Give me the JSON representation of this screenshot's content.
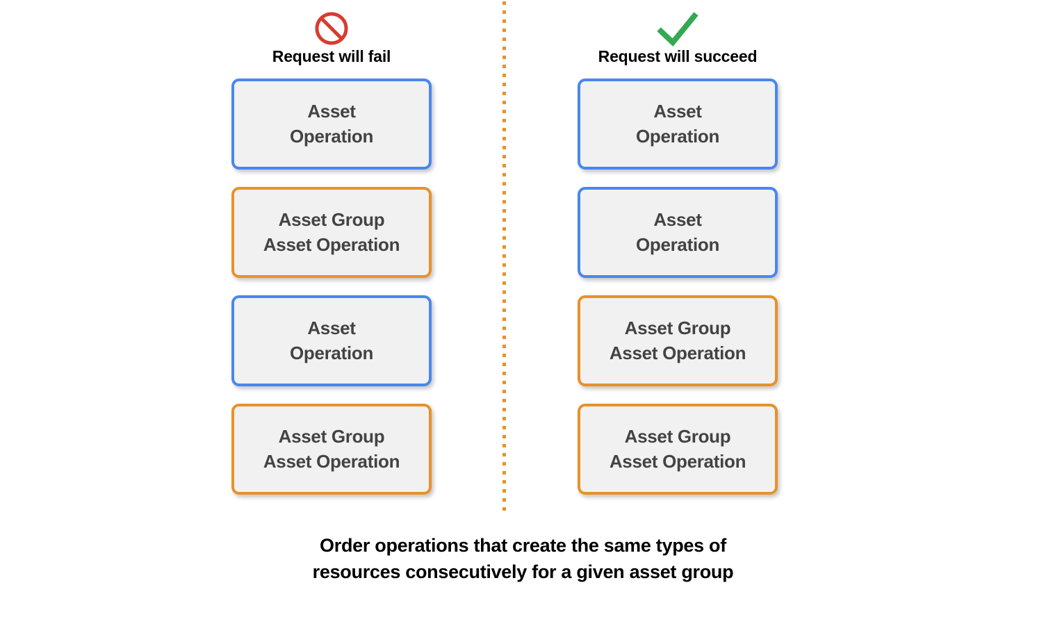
{
  "diagram": {
    "background_color": "#ffffff",
    "divider": {
      "name": "dotted-vertical-divider",
      "color": "#e8912a"
    },
    "colors": {
      "blue_border": "#4a86ee",
      "orange_border": "#e8912a",
      "box_fill": "#f1f1f1",
      "box_text": "#434343",
      "fail_icon": "#d93b30",
      "success_icon": "#34a853",
      "heading_text": "#000000"
    },
    "columns": [
      {
        "id": "fail",
        "icon": "prohibited-icon",
        "icon_color": "#d93b30",
        "title": "Request will fail",
        "boxes": [
          {
            "style": "blue",
            "lines": [
              "Asset",
              "Operation"
            ]
          },
          {
            "style": "orange",
            "lines": [
              "Asset Group",
              "Asset Operation"
            ]
          },
          {
            "style": "blue",
            "lines": [
              "Asset",
              "Operation"
            ]
          },
          {
            "style": "orange",
            "lines": [
              "Asset Group",
              "Asset Operation"
            ]
          }
        ]
      },
      {
        "id": "succeed",
        "icon": "checkmark-icon",
        "icon_color": "#34a853",
        "title": "Request will succeed",
        "boxes": [
          {
            "style": "blue",
            "lines": [
              "Asset",
              "Operation"
            ]
          },
          {
            "style": "blue",
            "lines": [
              "Asset",
              "Operation"
            ]
          },
          {
            "style": "orange",
            "lines": [
              "Asset Group",
              "Asset Operation"
            ]
          },
          {
            "style": "orange",
            "lines": [
              "Asset Group",
              "Asset Operation"
            ]
          }
        ]
      }
    ],
    "caption": {
      "line1": "Order operations that create the same types of",
      "line2": "resources consecutively for a given asset group"
    }
  }
}
